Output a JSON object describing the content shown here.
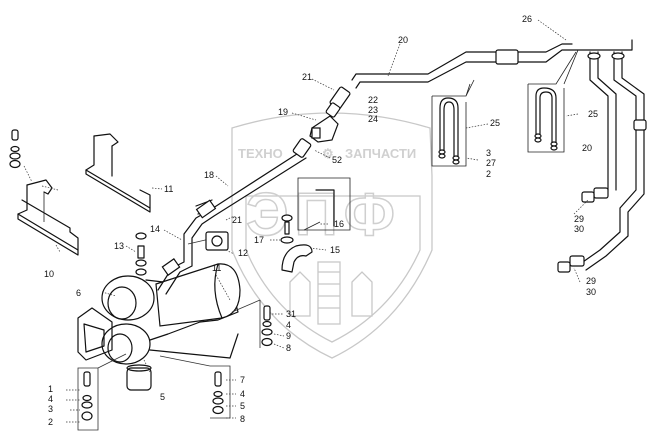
{
  "diagram": {
    "type": "exploded-parts-view",
    "watermark": {
      "left_word": "ТЕХНО",
      "right_word": "ЗАПЧАСТИ",
      "logo_letters": "ЭПФ",
      "gear_glyph": "⚙"
    },
    "callouts": {
      "c1": "1",
      "c2a": "2",
      "c3a": "3",
      "c4a": "4",
      "c5": "5",
      "c6": "6",
      "c7": "7",
      "c4b": "4",
      "c5b": "5",
      "c8a": "8",
      "c31": "31",
      "c4c": "4",
      "c9": "9",
      "c8b": "8",
      "c10": "10",
      "c11a": "11",
      "c11b": "11",
      "c13": "13",
      "c14": "14",
      "c12": "12",
      "c18": "18",
      "c21a": "21",
      "c16": "16",
      "c17": "17",
      "c15": "15",
      "c19": "19",
      "c52": "52",
      "c21b": "21",
      "c22": "22",
      "c23": "23",
      "c24": "24",
      "c20a": "20",
      "c26": "26",
      "c25a": "25",
      "c3b": "3",
      "c27": "27",
      "c2b": "2",
      "c25b": "25",
      "c20b": "20",
      "c29a": "29",
      "c30a": "30",
      "c29b": "29",
      "c30b": "30"
    }
  }
}
